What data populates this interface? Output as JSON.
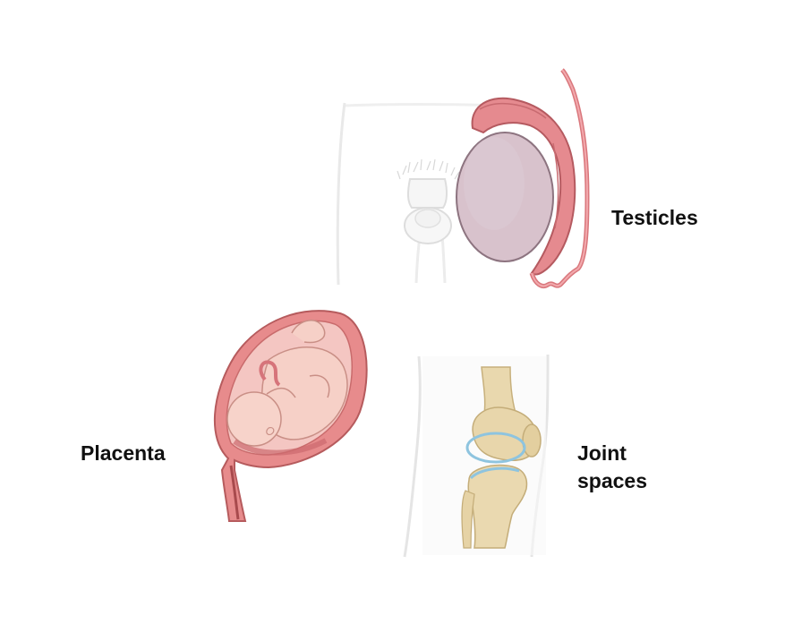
{
  "labels": {
    "testicles": "Testicles",
    "placenta": "Placenta",
    "joint_line1": "Joint",
    "joint_line2": "spaces"
  },
  "colors": {
    "background": "#ffffff",
    "text": "#111111",
    "body_outline": "#e6e6e6",
    "testis": "#d9c3cd",
    "epididymis": "#e48a8e",
    "uterus": "#e88c8d",
    "fetus": "#f6cfc6",
    "bone": "#e8d7ad",
    "cartilage": "#8fc6e0"
  },
  "icons": [
    "male-pelvis-testis-illustration",
    "pregnant-uterus-fetus-illustration",
    "knee-joint-illustration"
  ]
}
